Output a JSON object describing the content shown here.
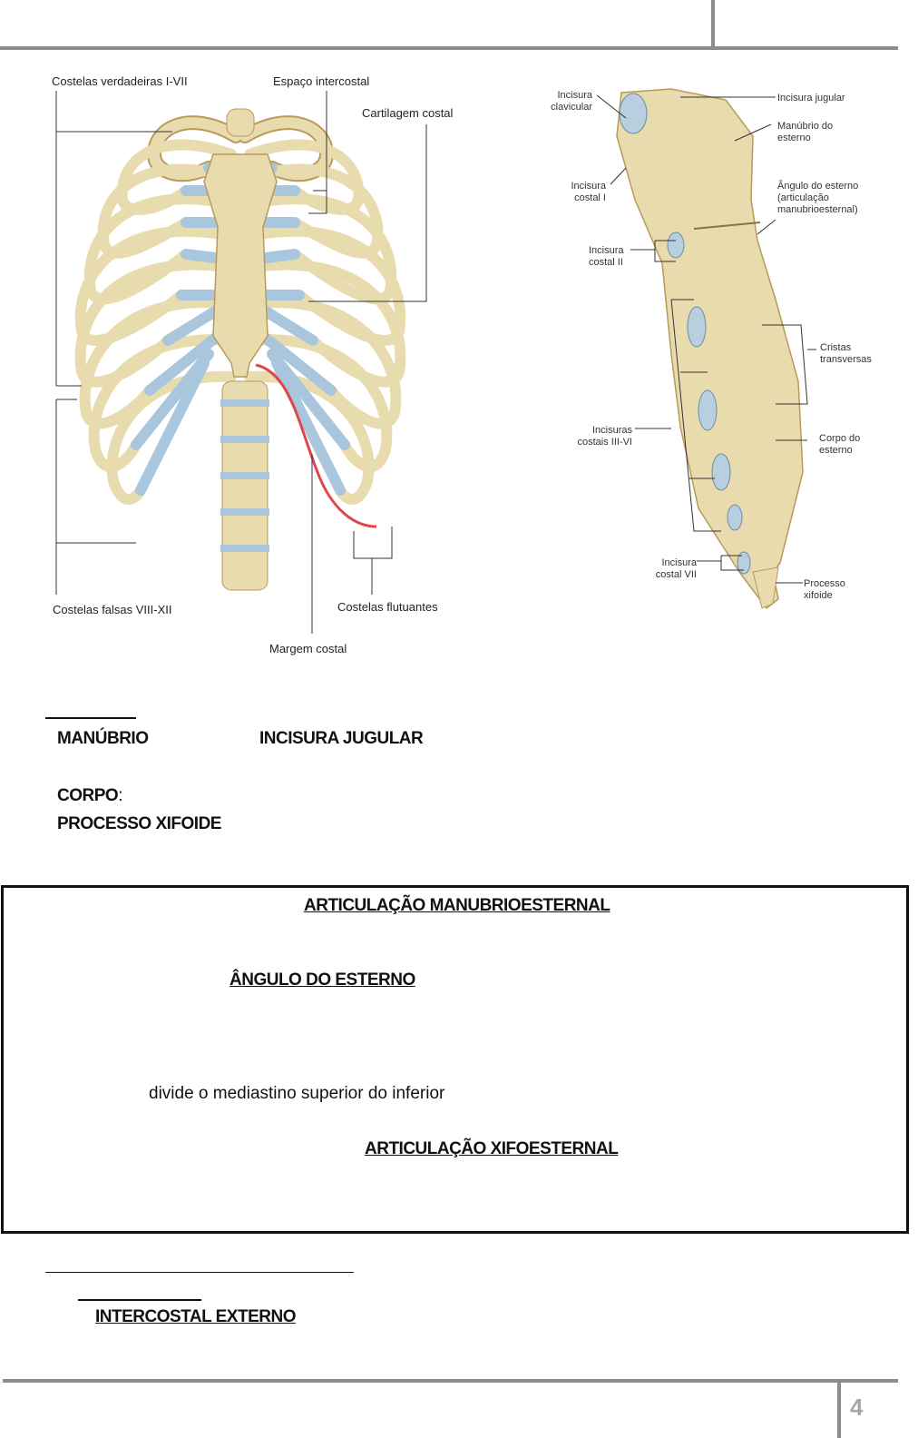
{
  "figure_left": {
    "labels": {
      "costelas_verdadeiras": "Costelas verdadeiras I-VII",
      "espaco_intercostal": "Espaço intercostal",
      "cartilagem_costal": "Cartilagem costal",
      "costelas_falsas": "Costelas falsas VIII-XII",
      "costelas_flutuantes": "Costelas flutuantes",
      "margem_costal": "Margem costal"
    },
    "colors": {
      "bone": "#e8dcae",
      "cartilage": "#a9c6dc",
      "margin": "#e0464c"
    }
  },
  "figure_right": {
    "labels": {
      "incisura_clavicular": [
        "Incisura",
        "clavicular"
      ],
      "incisura_jugular": "Incisura jugular",
      "manubrio": [
        "Manúbrio do",
        "esterno"
      ],
      "incisura_costal_1": [
        "Incisura",
        "costal I"
      ],
      "angulo": [
        "Ângulo do esterno",
        "(articulação",
        "manubrioesternal)"
      ],
      "incisura_costal_2": [
        "Incisura",
        "costal II"
      ],
      "cristas": [
        "Cristas",
        "transversas"
      ],
      "incisuras_3_6": [
        "Incisuras",
        "costais III-VI"
      ],
      "corpo": [
        "Corpo do",
        "esterno"
      ],
      "incisura_costal_7": [
        "Incisura",
        "costal VII"
      ],
      "processo": [
        "Processo",
        "xifoide"
      ]
    }
  },
  "text": {
    "manubrio": "MANÚBRIO",
    "incisura_jugular": "INCISURA JUGULAR",
    "corpo": "CORPO",
    "corpo_colon": ":",
    "processo_xifoide": "PROCESSO XIFOIDE"
  },
  "box": {
    "articulacao_manubrioesternal": "ARTICULAÇÃO MANUBRIOESTERNAL",
    "angulo_do_esterno": "ÂNGULO DO ESTERNO",
    "divide": "divide o mediastino superior do inferior",
    "articulacao_xifoesternal": "ARTICULAÇÃO XIFOESTERNAL"
  },
  "bottom": {
    "intercostal_externo": "INTERCOSTAL EXTERNO"
  },
  "footer": {
    "page_number": "4"
  }
}
